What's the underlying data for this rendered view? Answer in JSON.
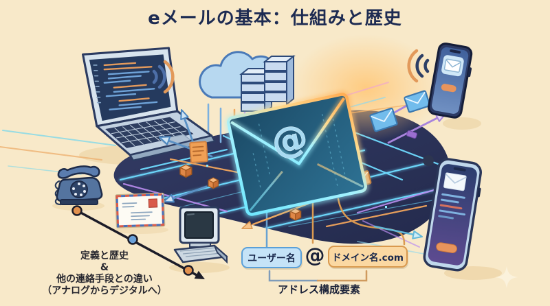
{
  "title": "eメールの基本：仕組みと歴史",
  "envelope": {
    "symbol": "@"
  },
  "address": {
    "username_label": "ユーザー名",
    "at_symbol": "@",
    "domain_label": "ドメイン名.com",
    "caption": "アドレス構成要素"
  },
  "history_note": {
    "line1": "定義と歴史",
    "line2": "&",
    "line3": "他の連絡手段との違い",
    "line4": "（アナログからデジタルへ）"
  },
  "colors": {
    "background": "#f8e9c9",
    "title_text": "#1d2b52",
    "platform": "#2b3257",
    "neon_cyan": "#7deaff",
    "neon_orange": "#ffbe6e",
    "accent_orange": "#e8945c",
    "accent_blue": "#5ba0d8",
    "accent_purple": "#b08ae0",
    "username_box_fill": "#c5e3f7",
    "username_box_border": "#5ba0d8",
    "domain_box_fill": "#fbd8a2",
    "domain_box_border": "#d9994e",
    "timeline_dot_orange": "#e2914e",
    "timeline_dot_blue": "#6aa0d8"
  },
  "icons": {
    "laptop": "laptop-code-icon",
    "cloud_servers": "cloud-server-icon",
    "glowing_envelope": "email-at-envelope-icon",
    "smartphone_top": "smartphone-mail-icon",
    "smartphone_bottom": "smartphone-inbox-icon",
    "rotary_phone": "rotary-telephone-icon",
    "airmail_envelope": "airmail-letter-icon",
    "crt_computer": "retro-computer-icon",
    "wifi": "wifi-signal-icon",
    "sparkle": "sparkle-icon"
  }
}
